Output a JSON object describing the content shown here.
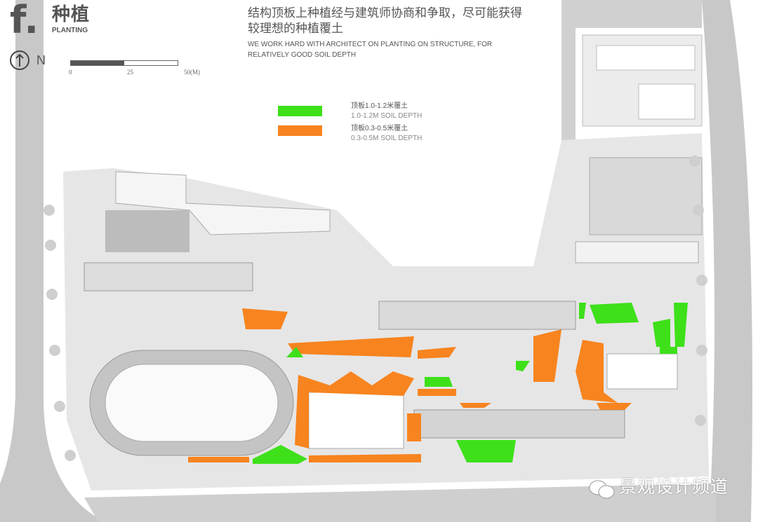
{
  "header": {
    "logo_letter": "f.",
    "title_cn": "种植",
    "title_en": "PLANTING",
    "north_label": "N"
  },
  "scale": {
    "ticks": [
      "0",
      "25",
      "50(M)"
    ]
  },
  "description": {
    "cn": "结构顶板上种植经与建筑师协商和争取，尽可能获得较理想的种植覆土",
    "en": "WE WORK HARD WITH ARCHITECT ON PLANTING ON STRUCTURE, FOR RELATIVELY GOOD SOIL DEPTH"
  },
  "legend": [
    {
      "color": "#3ee01a",
      "label_cn": "顶板1.0-1.2米覆土",
      "label_en": "1.0-1.2M SOIL DEPTH"
    },
    {
      "color": "#f7841f",
      "label_cn": "顶板0.3-0.5米覆土",
      "label_en": "0.3-0.5M SOIL DEPTH"
    }
  ],
  "colors": {
    "green": "#3ee01a",
    "orange": "#f7841f",
    "road": "#c8c8c8",
    "site": "#e2e2e2"
  },
  "watermark": {
    "text": "景观设计频道",
    "icon": "wechat-icon"
  }
}
